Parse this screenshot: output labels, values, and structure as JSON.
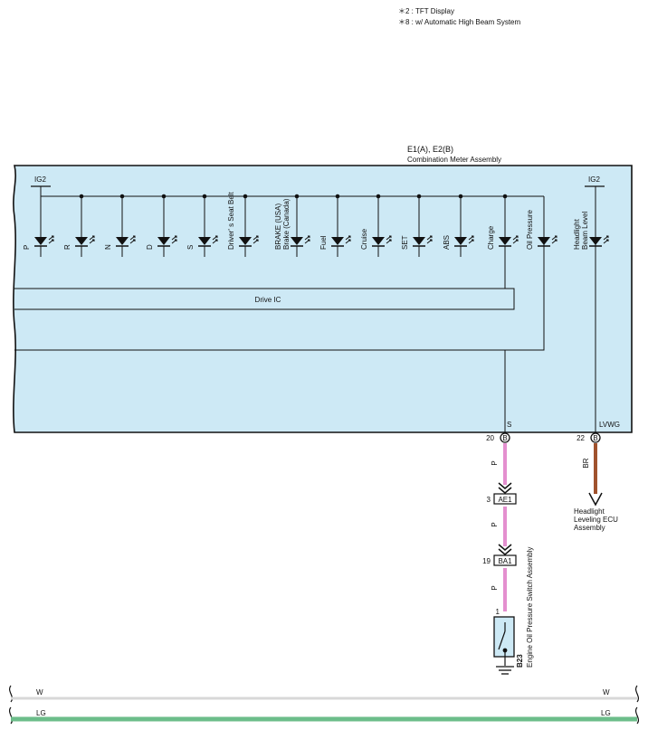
{
  "notes": [
    "＊2 : TFT Display",
    "＊8 : w/ Automatic High Beam System"
  ],
  "assembly": {
    "id": "E1(A), E2(B)",
    "name": "Combination Meter Assembly"
  },
  "power": {
    "left": "IG2",
    "right": "IG2"
  },
  "indicators": [
    "P",
    "R",
    "N",
    "D",
    "S",
    "Driver' s Seat Belt",
    "BRAKE (USA)|Brake (Canada)",
    "Fuel",
    "Cruise",
    "SET",
    "ABS",
    "Charge",
    "Oil Pressure"
  ],
  "indicator_right": "Headlight|Beam Level",
  "drive_ic": "Drive IC",
  "terminals": {
    "s": {
      "name": "S",
      "pin": "20",
      "connector": "B"
    },
    "lvwg": {
      "name": "LVWG",
      "pin": "22",
      "connector": "B"
    }
  },
  "wires": {
    "s_color": "P",
    "lvwg_color": "BR"
  },
  "junctions": [
    {
      "pin": "3",
      "id": "AE1"
    },
    {
      "pin": "19",
      "id": "BA1"
    }
  ],
  "switch": {
    "pin": "1",
    "id": "B23",
    "name": "Engine Oil Pressure Switch Assembly"
  },
  "ecu": {
    "name": "Headlight|Leveling ECU|Assembly"
  },
  "bus": [
    {
      "label": "W",
      "color": "#d8d8d8"
    },
    {
      "label": "LG",
      "color": "#6cbd8a"
    }
  ],
  "colors": {
    "meter_fill": "#cde9f5",
    "pink_wire": "#e48fcf",
    "brown_wire": "#a0522d"
  }
}
